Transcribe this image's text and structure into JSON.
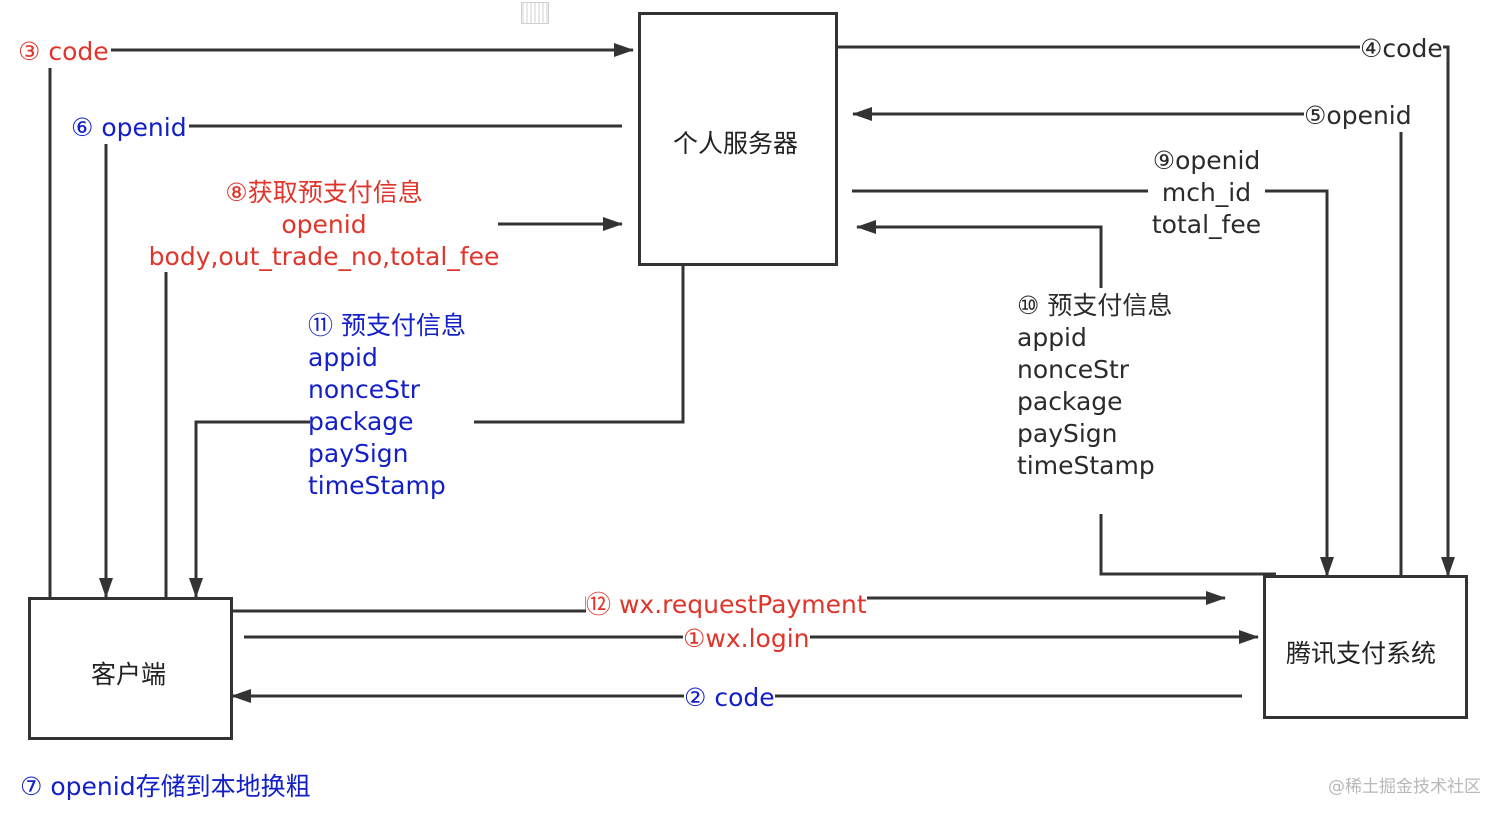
{
  "nodes": {
    "server": "个人服务器",
    "client": "客户端",
    "tenpay": "腾讯支付系统"
  },
  "steps": {
    "s1": "①wx.login",
    "s2": "② code",
    "s3": "③ code",
    "s4": "④code",
    "s5": "⑤openid",
    "s6": "⑥ openid",
    "s7": "⑦ openid存储到本地换粗",
    "s8": [
      "⑧获取预支付信息",
      "openid",
      "body,out_trade_no,total_fee"
    ],
    "s9": [
      "⑨openid",
      "mch_id",
      "total_fee"
    ],
    "s10": [
      "⑩ 预支付信息",
      "appid",
      "nonceStr",
      "package",
      "paySign",
      "timeStamp"
    ],
    "s11": [
      "⑪ 预支付信息",
      "appid",
      "nonceStr",
      "package",
      "paySign",
      "timeStamp"
    ],
    "s12": "⑫ wx.requestPayment"
  },
  "watermark": "@稀土掘金技术社区",
  "colors": {
    "red": "#e0352b",
    "blue": "#1320c8",
    "line": "#333333",
    "dark": "#2b2b2b"
  }
}
